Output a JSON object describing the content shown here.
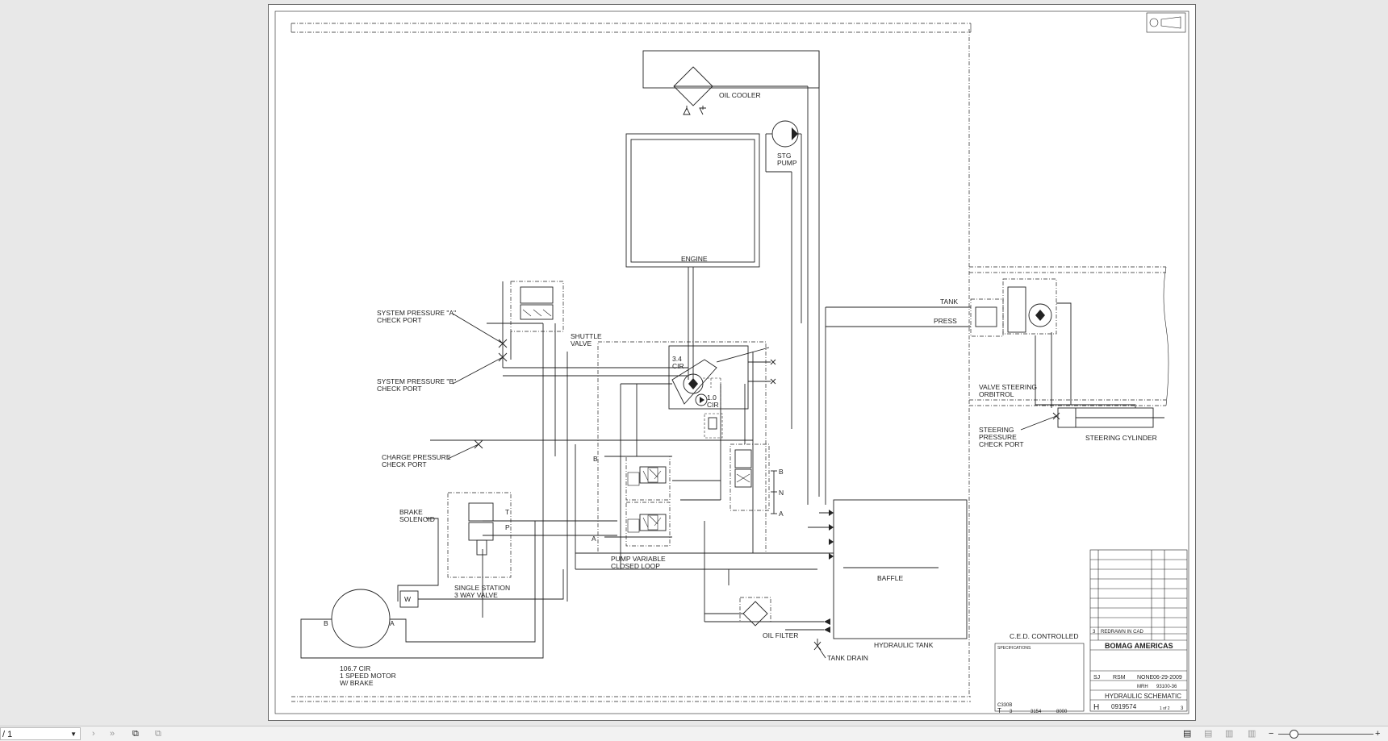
{
  "viewer": {
    "page_indicator": "/ 1"
  },
  "labels": {
    "oil_cooler": "OIL COOLER",
    "stg_pump_1": "STG",
    "stg_pump_2": "PUMP",
    "engine": "ENGINE",
    "sys_a_1": "SYSTEM PRESSURE \"A\"",
    "sys_a_2": "CHECK PORT",
    "sys_b_1": "SYSTEM PRESSURE \"B\"",
    "sys_b_2": "CHECK PORT",
    "shuttle_1": "SHUTTLE",
    "shuttle_2": "VALVE",
    "cir34_1": "3.4",
    "cir34_2": "CIR",
    "cir10_1": "1.0",
    "cir10_2": "CIR",
    "charge_1": "CHARGE PRESSURE",
    "charge_2": "CHECK PORT",
    "brake_1": "BRAKE",
    "brake_2": "SOLENOID",
    "port_t": "T",
    "port_p": "P",
    "port_a": "A",
    "port_b": "B",
    "port_n": "N",
    "single_1": "SINGLE STATION",
    "single_2": "3 WAY VALVE",
    "pump_var_1": "PUMP VARIABLE",
    "pump_var_2": "CLOSED LOOP",
    "baffle": "BAFFLE",
    "hyd_tank": "HYDRAULIC TANK",
    "oil_filter": "OIL FILTER",
    "tank_drain": "TANK DRAIN",
    "motor_1": "106.7 CIR",
    "motor_2": "1 SPEED MOTOR",
    "motor_3": "W/ BRAKE",
    "tank": "TANK",
    "press": "PRESS",
    "orbitrol_1": "VALVE STEERING",
    "orbitrol_2": "ORBITROL",
    "stg_check_1": "STEERING",
    "stg_check_2": "PRESSURE",
    "stg_check_3": "CHECK PORT",
    "stg_cyl": "STEERING CYLINDER",
    "ced": "C.E.D. CONTROLLED",
    "w": "W"
  },
  "title_block": {
    "company": "BOMAG AMERICAS",
    "title": "HYDRAULIC SCHEMATIC",
    "rev_note": "REDRAWN IN CAD",
    "rev_num": "3",
    "date": "06-29-2009",
    "drawn": "SJ",
    "checked": "RSM",
    "scale": "NONE",
    "design": "MRH",
    "doc": "93100-36",
    "model": "C330B",
    "dept": "3",
    "project": "3154",
    "unit": "8000",
    "part_no": "0919574",
    "sheet": "1 of 2",
    "size": "3",
    "code_t": "T",
    "code_h": "H",
    "specifications": "SPECIFICATIONS"
  }
}
